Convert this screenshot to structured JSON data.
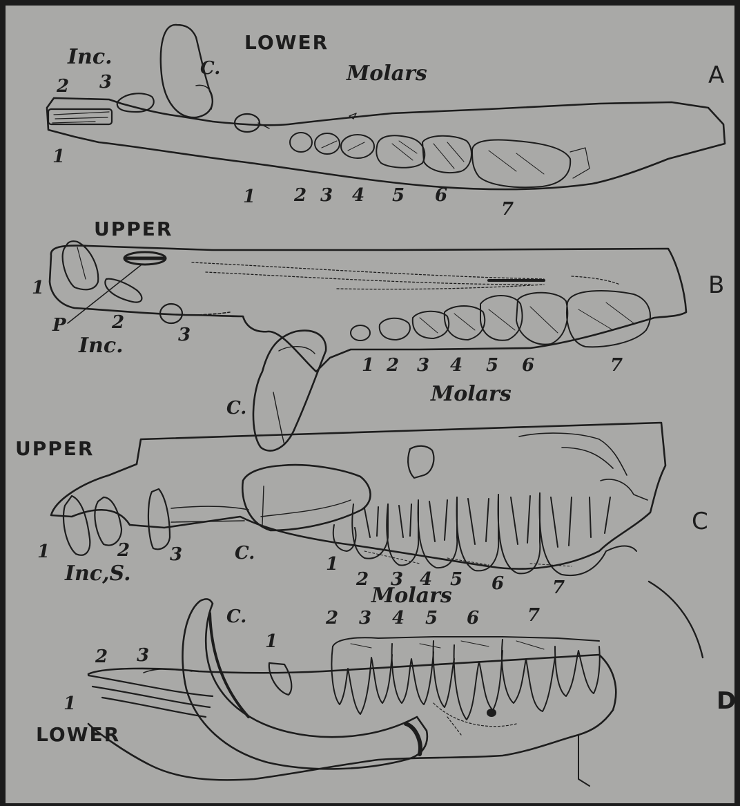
{
  "figure": {
    "panel_a": {
      "id": "A",
      "jaw_label": "LOWER",
      "molars_label": "Molars",
      "incisors_label": "Inc.",
      "canine_label": "C.",
      "incisor_numbers": [
        "1",
        "2",
        "3"
      ],
      "molar_numbers": [
        "1",
        "2",
        "3",
        "4",
        "5",
        "6",
        "7"
      ]
    },
    "panel_b": {
      "id": "B",
      "jaw_label": "UPPER",
      "molars_label": "Molars",
      "incisors_label": "Inc.",
      "canine_label": "C.",
      "p_label": "P",
      "incisor_numbers": [
        "1",
        "2",
        "3"
      ],
      "molar_numbers": [
        "1",
        "2",
        "3",
        "4",
        "5",
        "6",
        "7"
      ]
    },
    "panel_c": {
      "id": "C",
      "jaw_label": "UPPER",
      "incisors_label": "Inc,S.",
      "canine_label": "C.",
      "molars_label": "Molars",
      "incisor_numbers": [
        "1",
        "2",
        "3"
      ],
      "molar_numbers": [
        "1",
        "2",
        "3",
        "4",
        "5",
        "6",
        "7"
      ]
    },
    "panel_d": {
      "id": "D",
      "jaw_label": "LOWER",
      "canine_label": "C.",
      "incisor_numbers": [
        "1",
        "2",
        "3"
      ],
      "molar_numbers": [
        "1",
        "2",
        "3",
        "4",
        "5",
        "6",
        "7"
      ]
    },
    "colors": {
      "paper": "#a9a9a7",
      "ink": "#1d1d1d",
      "frame": "#1c1c1c"
    }
  }
}
